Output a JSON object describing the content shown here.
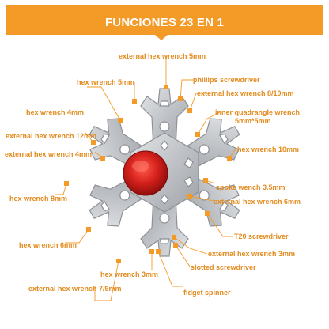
{
  "colors": {
    "accent": "#f39a27",
    "label": "#e38a1c",
    "tool_metal": "#bfc2c6",
    "spinner": "#d4201c"
  },
  "header": {
    "title": "FUNCIONES 23 EN 1"
  },
  "product": {
    "image_name": "snowflake-multitool-icon",
    "center_name": "red-fidget-spinner-button"
  },
  "labels": [
    {
      "id": "ext-hex-5mm-top",
      "text": "external hex wrench 5mm"
    },
    {
      "id": "hex-5mm",
      "text": "hex wrench 5mm"
    },
    {
      "id": "phillips",
      "text": "phillips screwdriver"
    },
    {
      "id": "ext-hex-8-10",
      "text": "external hex wrench 8/10mm"
    },
    {
      "id": "hex-4mm",
      "text": "hex wrench 4mm"
    },
    {
      "id": "inner-quad-1",
      "text": "inner quadrangle wrench"
    },
    {
      "id": "inner-quad-2",
      "text": "5mm*5mm"
    },
    {
      "id": "ext-hex-12mm",
      "text": "external hex wrench 12mm"
    },
    {
      "id": "hex-10mm",
      "text": "hex wrench 10mm"
    },
    {
      "id": "ext-hex-4mm",
      "text": "external hex wrench 4mm"
    },
    {
      "id": "spoke-3-5",
      "text": "spoke wench 3.5mm"
    },
    {
      "id": "hex-8mm",
      "text": "hex wrench 8mm"
    },
    {
      "id": "ext-hex-6mm",
      "text": "external hex wrench 6mm"
    },
    {
      "id": "t20",
      "text": "T20 screwdriver"
    },
    {
      "id": "hex-6mm",
      "text": "hex wrench 6mm"
    },
    {
      "id": "ext-hex-3mm",
      "text": "external hex wrench 3mm"
    },
    {
      "id": "slotted",
      "text": "slotted screwdriver"
    },
    {
      "id": "hex-3mm",
      "text": "hex wrench 3mm"
    },
    {
      "id": "ext-hex-7-9",
      "text": "external hex wrench 7/9mm"
    },
    {
      "id": "fidget",
      "text": "fidget spinner"
    }
  ]
}
